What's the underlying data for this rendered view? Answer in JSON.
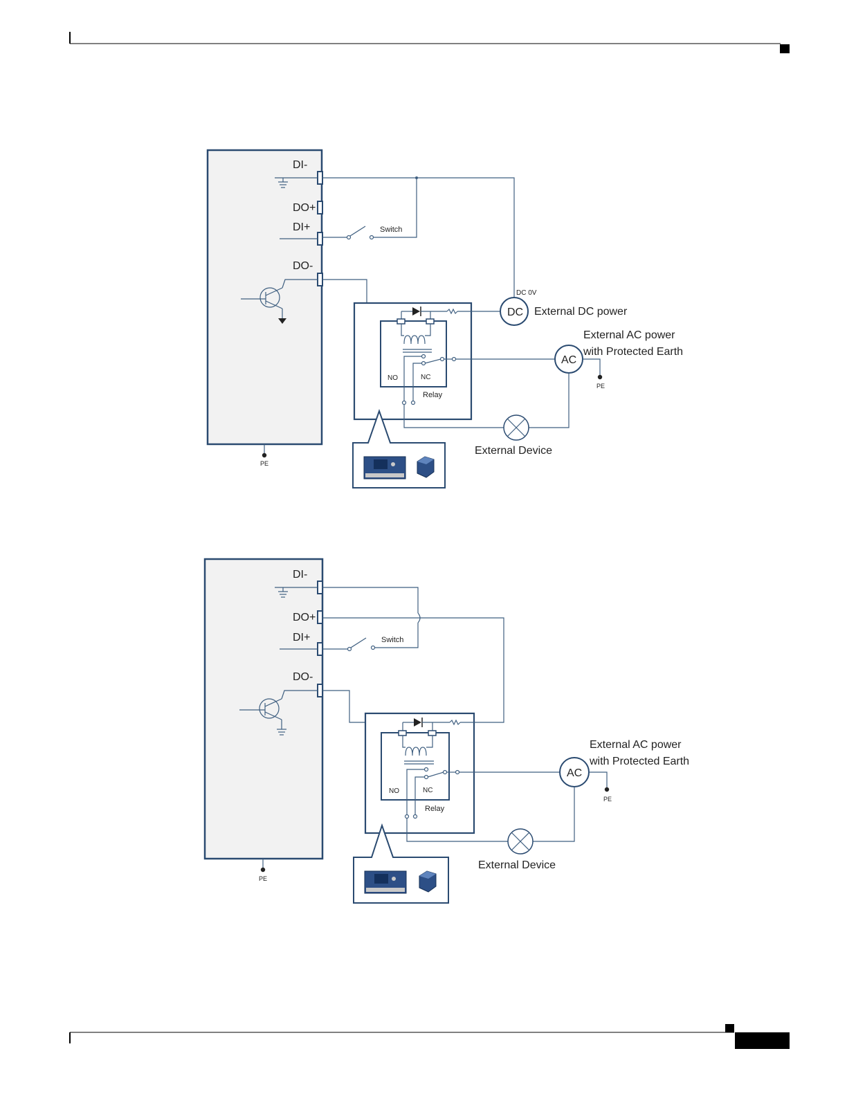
{
  "diagram_1": {
    "terminals": {
      "di_minus": "DI-",
      "do_plus": "DO+",
      "di_plus": "DI+",
      "do_minus": "DO-"
    },
    "switch_label": "Switch",
    "dc_0v_label": "DC 0V",
    "dc_symbol": "DC",
    "dc_power_label": "External DC power",
    "ac_symbol": "AC",
    "ac_power_line1": "External AC power",
    "ac_power_line2": "with Protected Earth",
    "ac_pe_label": "PE",
    "relay_no": "NO",
    "relay_nc": "NC",
    "relay_label": "Relay",
    "device_label": "External Device",
    "device_pe_label": "PE"
  },
  "diagram_2": {
    "terminals": {
      "di_minus": "DI-",
      "do_plus": "DO+",
      "di_plus": "DI+",
      "do_minus": "DO-"
    },
    "switch_label": "Switch",
    "ac_symbol": "AC",
    "ac_power_line1": "External AC power",
    "ac_power_line2": "with Protected Earth",
    "ac_pe_label": "PE",
    "relay_no": "NO",
    "relay_nc": "NC",
    "relay_label": "Relay",
    "device_label": "External Device",
    "device_pe_label": "PE"
  }
}
